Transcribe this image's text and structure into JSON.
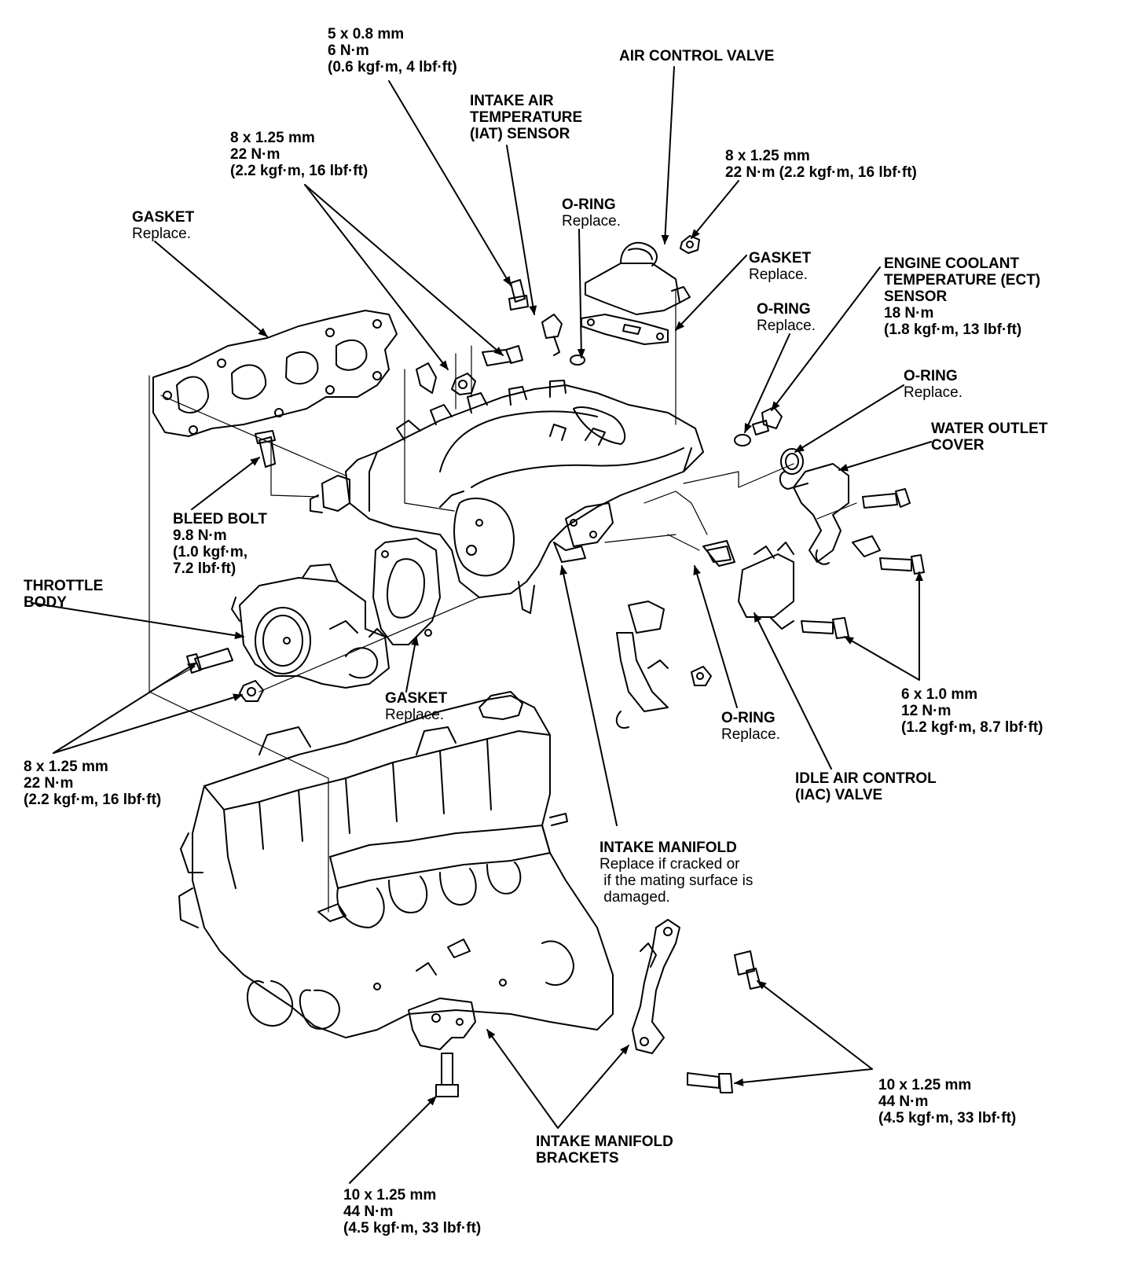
{
  "labels": {
    "top_bolt": {
      "lines": [
        "5 x 0.8 mm",
        "6 N·m",
        "(0.6 kgf·m, 4 lbf·ft)"
      ]
    },
    "air_control_valve": {
      "lines": [
        "AIR CONTROL VALVE"
      ]
    },
    "iat_sensor": {
      "lines": [
        "INTAKE AIR",
        "TEMPERATURE",
        "(IAT) SENSOR"
      ]
    },
    "stud_bolts": {
      "lines": [
        "8 x 1.25 mm",
        "22 N·m",
        "(2.2 kgf·m, 16 lbf·ft)"
      ]
    },
    "acv_nut": {
      "lines": [
        "8 x 1.25 mm",
        "22 N·m (2.2 kgf·m, 16 lbf·ft)"
      ]
    },
    "gasket_manifold": {
      "title": "GASKET",
      "note": "Replace."
    },
    "oring_iat": {
      "title": "O-RING",
      "note": "Replace."
    },
    "gasket_acv": {
      "title": "GASKET",
      "note": "Replace."
    },
    "ect_sensor": {
      "lines": [
        "ENGINE COOLANT",
        "TEMPERATURE (ECT)",
        "SENSOR",
        "18 N·m",
        "(1.8 kgf·m, 13 lbf·ft)"
      ]
    },
    "oring_ect": {
      "title": "O-RING",
      "note": "Replace."
    },
    "oring_outlet": {
      "title": "O-RING",
      "note": "Replace."
    },
    "water_outlet": {
      "lines": [
        "WATER OUTLET",
        "COVER"
      ]
    },
    "bleed_bolt": {
      "lines": [
        "BLEED BOLT",
        "9.8 N·m",
        "(1.0 kgf·m,",
        "7.2 lbf·ft)"
      ]
    },
    "throttle_body": {
      "lines": [
        "THROTTLE",
        "BODY"
      ]
    },
    "gasket_throttle": {
      "title": "GASKET",
      "note": "Replace."
    },
    "tb_bolts": {
      "lines": [
        "8 x 1.25 mm",
        "22 N·m",
        "(2.2 kgf·m, 16 lbf·ft)"
      ]
    },
    "oring_iac": {
      "title": "O-RING",
      "note": "Replace."
    },
    "iac_bolts": {
      "lines": [
        "6 x 1.0 mm",
        "12 N·m",
        "(1.2 kgf·m, 8.7 lbf·ft)"
      ]
    },
    "iac_valve": {
      "lines": [
        "IDLE AIR CONTROL",
        "(IAC) VALVE"
      ]
    },
    "intake_manifold": {
      "title": "INTAKE MANIFOLD",
      "notes": [
        "Replace if cracked or",
        " if the mating surface is",
        " damaged."
      ]
    },
    "bracket_bolts_right": {
      "lines": [
        "10 x 1.25 mm",
        "44 N·m",
        "(4.5 kgf·m, 33 lbf·ft)"
      ]
    },
    "bracket_bolt_bottom": {
      "lines": [
        "10 x 1.25 mm",
        "44 N·m",
        "(4.5 kgf·m, 33 lbf·ft)"
      ]
    },
    "brackets": {
      "lines": [
        "INTAKE MANIFOLD",
        "BRACKETS"
      ]
    }
  }
}
